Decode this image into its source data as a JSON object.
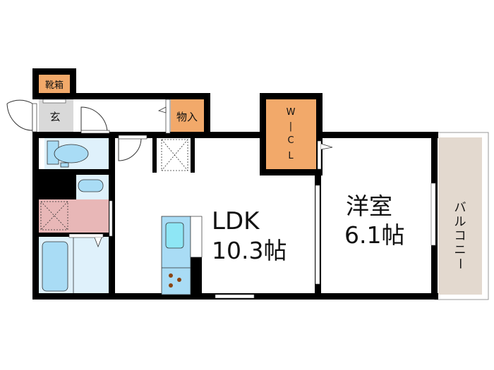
{
  "rooms": {
    "shoe_box": "靴箱",
    "entrance": "玄",
    "storage": "物入",
    "wic": [
      "W",
      "|",
      "C",
      "L"
    ],
    "ldk_name": "LDK",
    "ldk_size": "10.3帖",
    "western_name": "洋室",
    "western_size": "6.1帖",
    "balcony": [
      "バ",
      "ル",
      "コ",
      "ニ",
      "ー"
    ]
  },
  "colors": {
    "wall": "#000000",
    "storage": "#f2a96a",
    "wet_area": "#dff1fb",
    "fixture": "#a9dcf5",
    "laundry": "#e8b7b7",
    "entrance": "#d9d9d9",
    "balcony": "#e3d9cf"
  }
}
